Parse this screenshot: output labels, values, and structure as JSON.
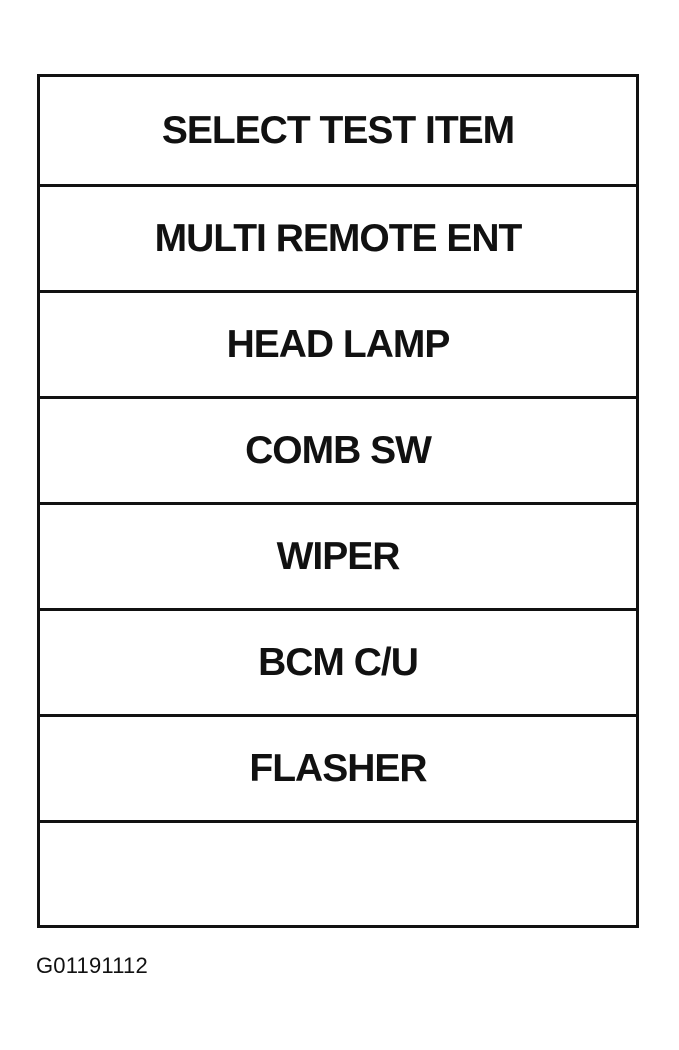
{
  "screen": {
    "header": "SELECT TEST ITEM",
    "items": [
      {
        "label": "MULTI REMOTE ENT"
      },
      {
        "label": "HEAD LAMP"
      },
      {
        "label": "COMB SW"
      },
      {
        "label": "WIPER"
      },
      {
        "label": "BCM C/U"
      },
      {
        "label": "FLASHER"
      },
      {
        "label": ""
      }
    ]
  },
  "figure_id": "G01191112"
}
